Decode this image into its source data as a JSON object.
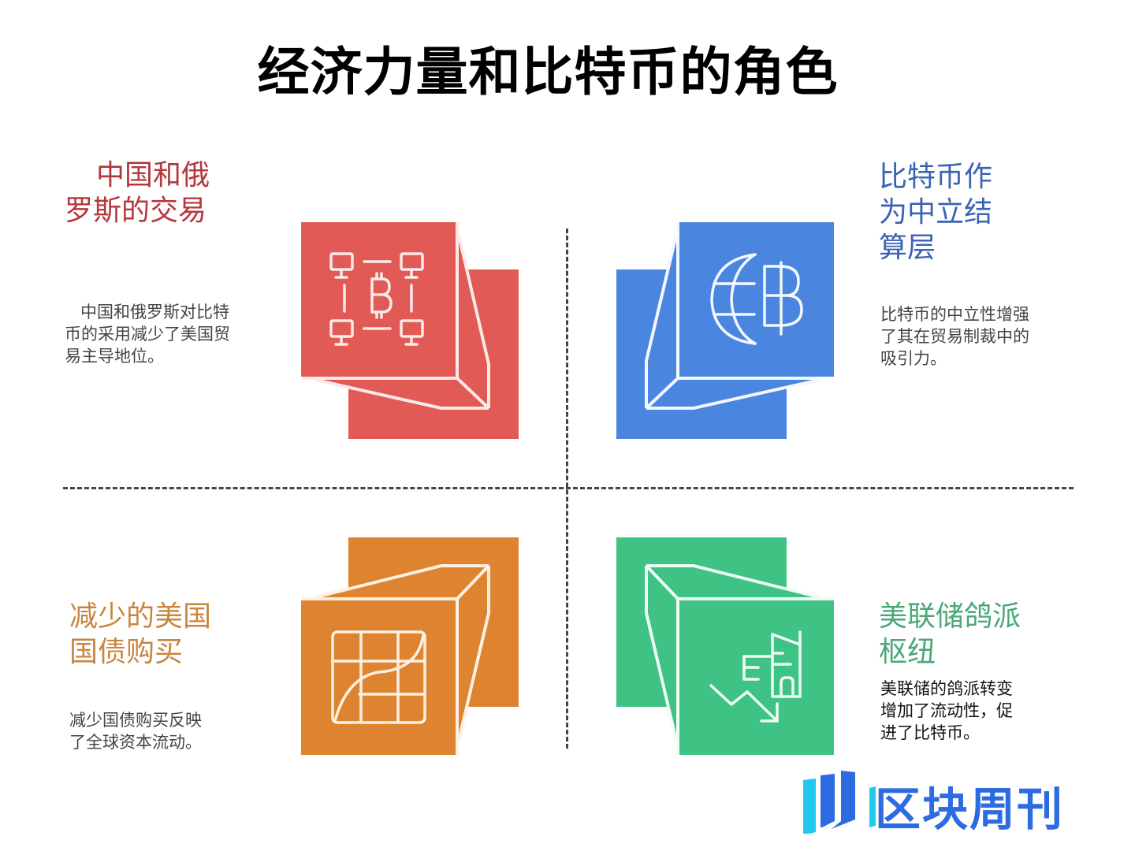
{
  "title": "经济力量和比特币的角色",
  "colors": {
    "red": "#e25a55",
    "blue": "#4a86e0",
    "orange": "#de8430",
    "green": "#3ec384",
    "red_text": "#b5363b",
    "blue_text": "#3a63b3",
    "orange_text": "#c98540",
    "green_text": "#4aa877",
    "divider": "#444444",
    "logo_blue": "#2d6be0",
    "logo_cyan": "#22c8f0"
  },
  "quadrants": [
    {
      "id": "top-left",
      "color": "red",
      "icon": "bitcoin-network-icon",
      "heading_lines": [
        "中国和俄",
        "罗斯的交易"
      ],
      "description_lines": [
        "中国和俄罗斯对比特",
        "币的采用减少了美国贸",
        "易主导地位。"
      ]
    },
    {
      "id": "top-right",
      "color": "blue",
      "icon": "globe-bitcoin-icon",
      "heading_lines": [
        "比特币作",
        "为中立结",
        "算层"
      ],
      "description_lines": [
        "比特币的中立性增强",
        "了其在贸易制裁中的",
        "吸引力。"
      ]
    },
    {
      "id": "bottom-left",
      "color": "orange",
      "icon": "bond-grid-chart-icon",
      "heading_lines": [
        "减少的美国",
        "国债购买"
      ],
      "description_lines": [
        "减少国债购买反映",
        "了全球资本流动。"
      ]
    },
    {
      "id": "bottom-right",
      "color": "green",
      "icon": "building-downtrend-icon",
      "heading_lines": [
        "美联储鸽派",
        "枢纽"
      ],
      "description_lines": [
        "美联储的鸽派转变",
        "增加了流动性，促",
        "进了比特币。"
      ]
    }
  ],
  "logo": {
    "text": "区块周刊"
  }
}
